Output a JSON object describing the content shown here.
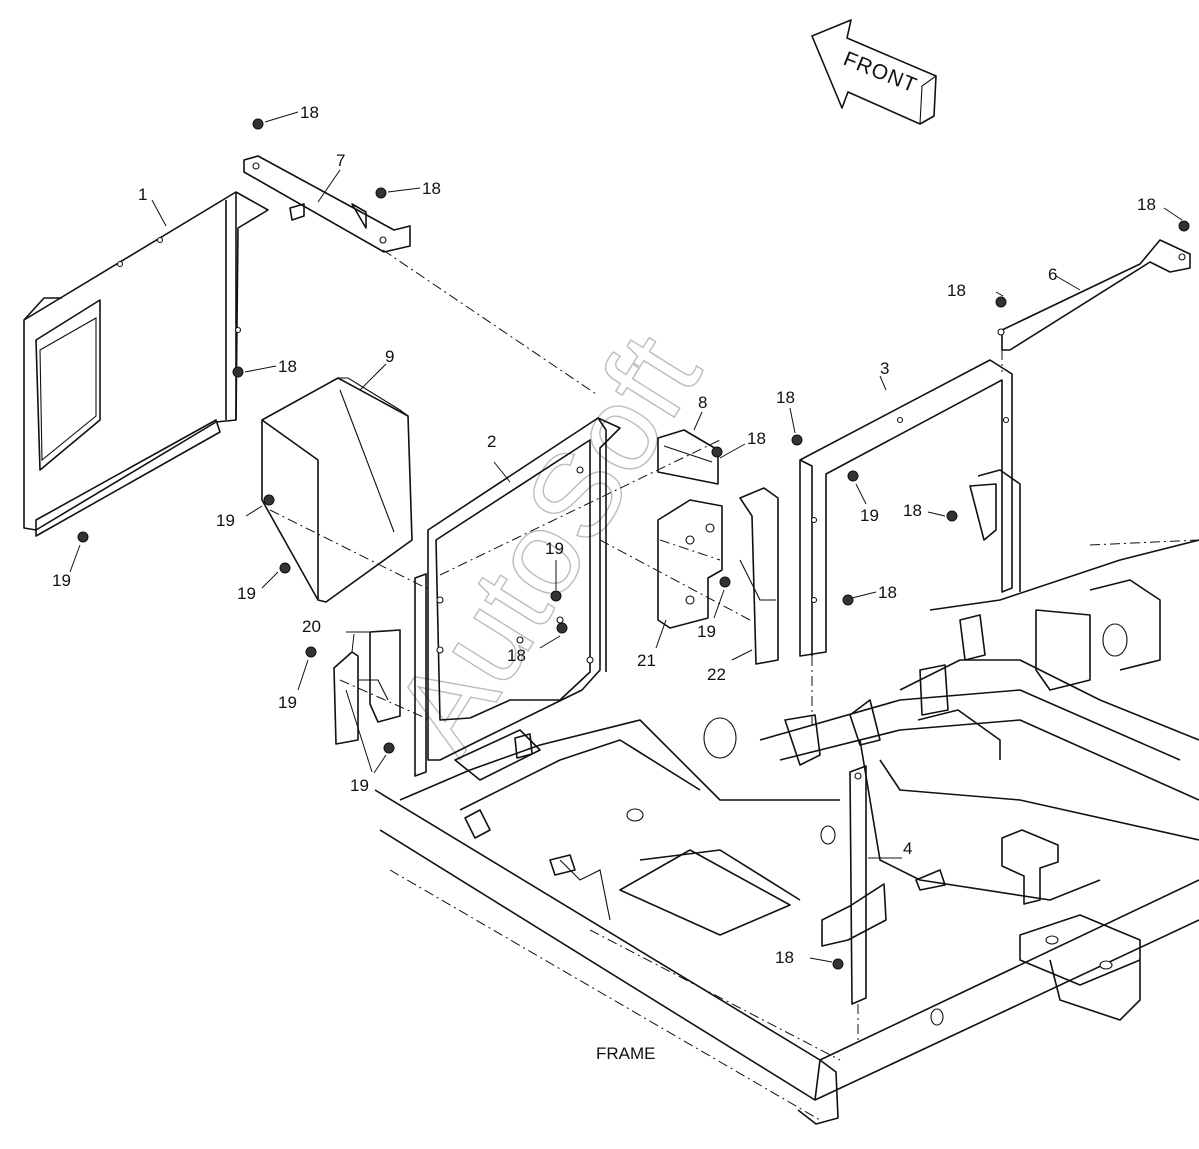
{
  "direction_label": "FRONT",
  "frame_label": "FRAME",
  "watermark": "AutoSoft",
  "callouts": [
    {
      "id": "c1",
      "text": "1"
    },
    {
      "id": "c2",
      "text": "2"
    },
    {
      "id": "c3",
      "text": "3"
    },
    {
      "id": "c4",
      "text": "4"
    },
    {
      "id": "c6",
      "text": "6"
    },
    {
      "id": "c7",
      "text": "7"
    },
    {
      "id": "c8",
      "text": "8"
    },
    {
      "id": "c9",
      "text": "9"
    },
    {
      "id": "c20",
      "text": "20"
    },
    {
      "id": "c21",
      "text": "21"
    },
    {
      "id": "c22",
      "text": "22"
    },
    {
      "id": "c18a",
      "text": "18"
    },
    {
      "id": "c18b",
      "text": "18"
    },
    {
      "id": "c18c",
      "text": "18"
    },
    {
      "id": "c18d",
      "text": "18"
    },
    {
      "id": "c18e",
      "text": "18"
    },
    {
      "id": "c18f",
      "text": "18"
    },
    {
      "id": "c18g",
      "text": "18"
    },
    {
      "id": "c18h",
      "text": "18"
    },
    {
      "id": "c18i",
      "text": "18"
    },
    {
      "id": "c18j",
      "text": "18"
    },
    {
      "id": "c18k",
      "text": "18"
    },
    {
      "id": "c19a",
      "text": "19"
    },
    {
      "id": "c19b",
      "text": "19"
    },
    {
      "id": "c19c",
      "text": "19"
    },
    {
      "id": "c19d",
      "text": "19"
    },
    {
      "id": "c19e",
      "text": "19"
    },
    {
      "id": "c19f",
      "text": "19"
    },
    {
      "id": "c19g",
      "text": "19"
    },
    {
      "id": "c19h",
      "text": "19"
    }
  ]
}
